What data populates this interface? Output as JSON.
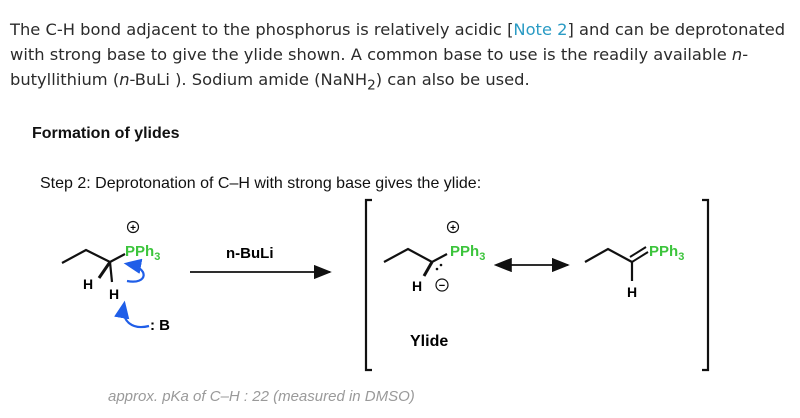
{
  "paragraph": {
    "t1": "The C-H bond adjacent to the phosphorus is relatively acidic [",
    "link": "Note 2",
    "t2": "] and can be deprotonated with strong base to give the ylide shown. A common base to use is the readily available ",
    "n1": "n",
    "t3": "-butyllithium (",
    "n2": "n",
    "t4": "-BuLi ). Sodium amide (NaNH",
    "sub": "2",
    "t5": ") can also be used."
  },
  "figure": {
    "heading": "Formation of ylides",
    "step": "Step 2:  Deprotonation of C–H with strong base gives the ylide:",
    "pph": "PPh",
    "pph_sub": "3",
    "plus": "+",
    "minus": "−",
    "h": "H",
    "base": ": B",
    "reagent": "n-BuLi",
    "ylide_label": "Ylide",
    "caption": "approx. pKa of C–H : 22 (measured in DMSO)",
    "colors": {
      "phosphorus": "#3cc43c",
      "arrow": "#1f5ee8",
      "link": "#2a9bc4"
    }
  }
}
